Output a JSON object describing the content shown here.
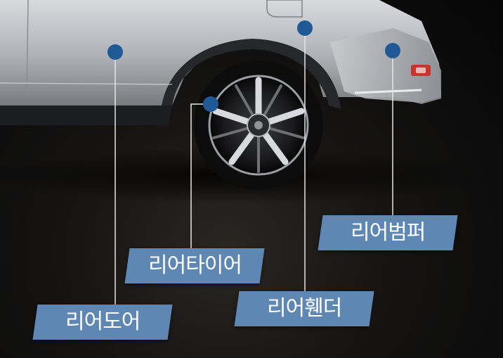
{
  "labels": {
    "rear_door": "리어도어",
    "rear_tire": "리어타이어",
    "rear_fender": "리어휀더",
    "rear_bumper": "리어범퍼"
  },
  "colors": {
    "label_bg": "#5e87b3",
    "marker": "#1f5a96",
    "leader_line": "#e6e6e6",
    "car_body": "#b9bcc1",
    "background": "#0b0b0d"
  }
}
